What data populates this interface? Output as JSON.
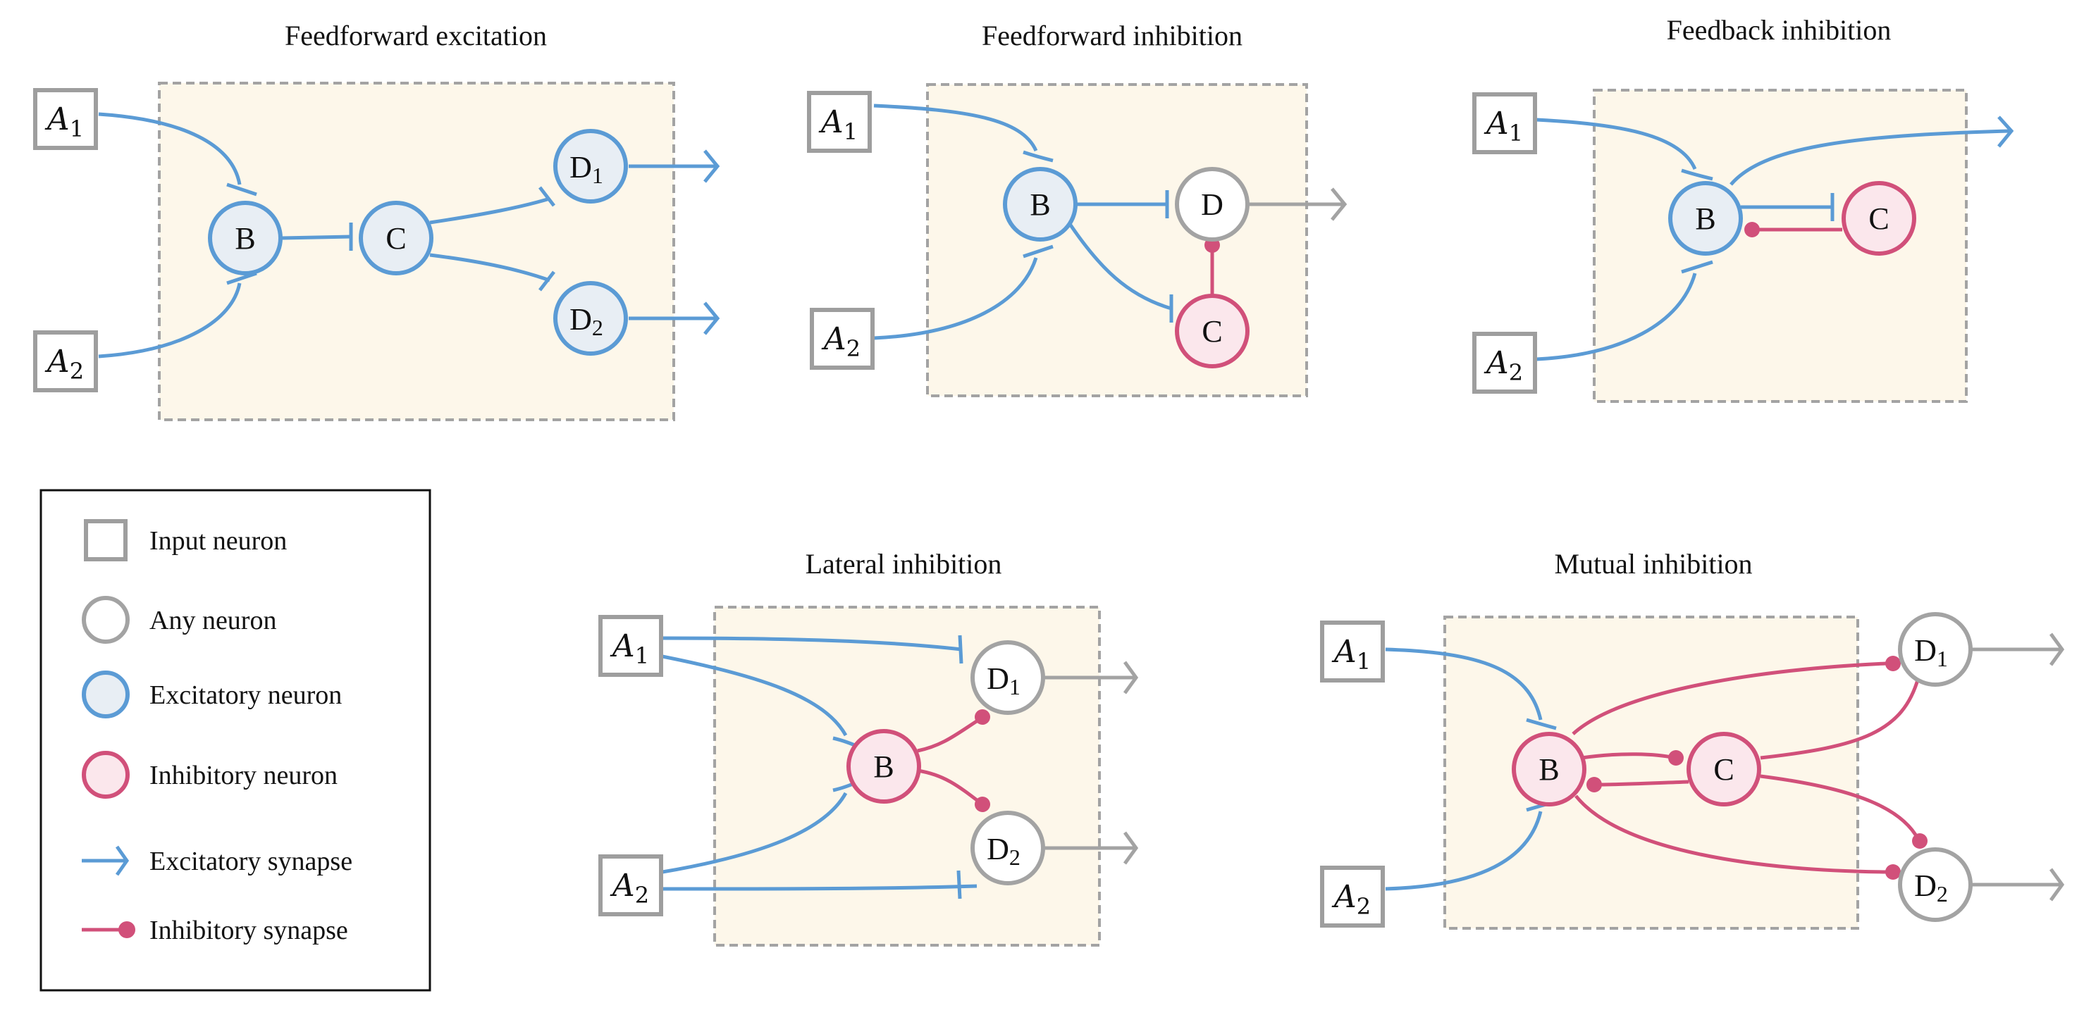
{
  "panels": {
    "feedforward_excitation": {
      "title": "Feedforward excitation",
      "labels": {
        "a1": "A",
        "a1_sub": "1",
        "a2": "A",
        "a2_sub": "2",
        "b": "B",
        "c": "C",
        "d1": "D",
        "d1_sub": "1",
        "d2": "D",
        "d2_sub": "2"
      }
    },
    "feedforward_inhibition": {
      "title": "Feedforward inhibition",
      "labels": {
        "a1": "A",
        "a1_sub": "1",
        "a2": "A",
        "a2_sub": "2",
        "b": "B",
        "c": "C",
        "d": "D"
      }
    },
    "feedback_inhibition": {
      "title": "Feedback inhibition",
      "labels": {
        "a1": "A",
        "a1_sub": "1",
        "a2": "A",
        "a2_sub": "2",
        "b": "B",
        "c": "C"
      }
    },
    "lateral_inhibition": {
      "title": "Lateral inhibition",
      "labels": {
        "a1": "A",
        "a1_sub": "1",
        "a2": "A",
        "a2_sub": "2",
        "b": "B",
        "d1": "D",
        "d1_sub": "1",
        "d2": "D",
        "d2_sub": "2"
      }
    },
    "mutual_inhibition": {
      "title": "Mutual inhibition",
      "labels": {
        "a1": "A",
        "a1_sub": "1",
        "a2": "A",
        "a2_sub": "2",
        "b": "B",
        "c": "C",
        "d1": "D",
        "d1_sub": "1",
        "d2": "D",
        "d2_sub": "2"
      }
    }
  },
  "legend": {
    "input_neuron": "Input neuron",
    "any_neuron": "Any neuron",
    "excitatory_neuron": "Excitatory neuron",
    "inhibitory_neuron": "Inhibitory neuron",
    "excitatory_synapse": "Excitatory synapse",
    "inhibitory_synapse": "Inhibitory synapse"
  },
  "colors": {
    "excitatory": "#5b9bd5",
    "inhibitory": "#d1507a",
    "any": "#a3a3a3",
    "circuit_background": "#fdf7ea"
  }
}
